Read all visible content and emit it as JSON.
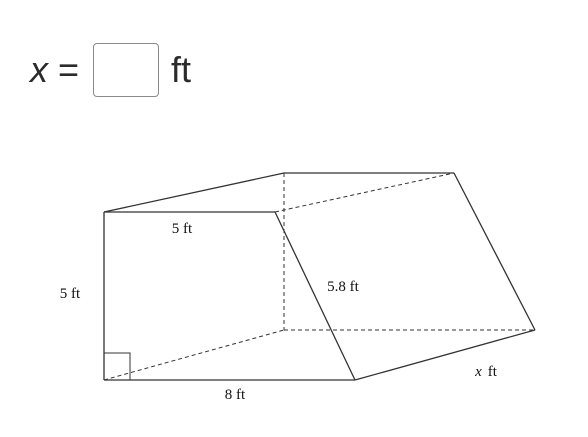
{
  "answer": {
    "variable": "x",
    "equals": "=",
    "input_value": "",
    "unit": "ft"
  },
  "diagram": {
    "labels": {
      "top_edge": "5 ft",
      "left_edge": "5 ft",
      "bottom_edge": "8 ft",
      "slant_edge": "5.8 ft",
      "depth_var": "x",
      "depth_unit": "ft"
    },
    "stroke_color": "#333333"
  }
}
